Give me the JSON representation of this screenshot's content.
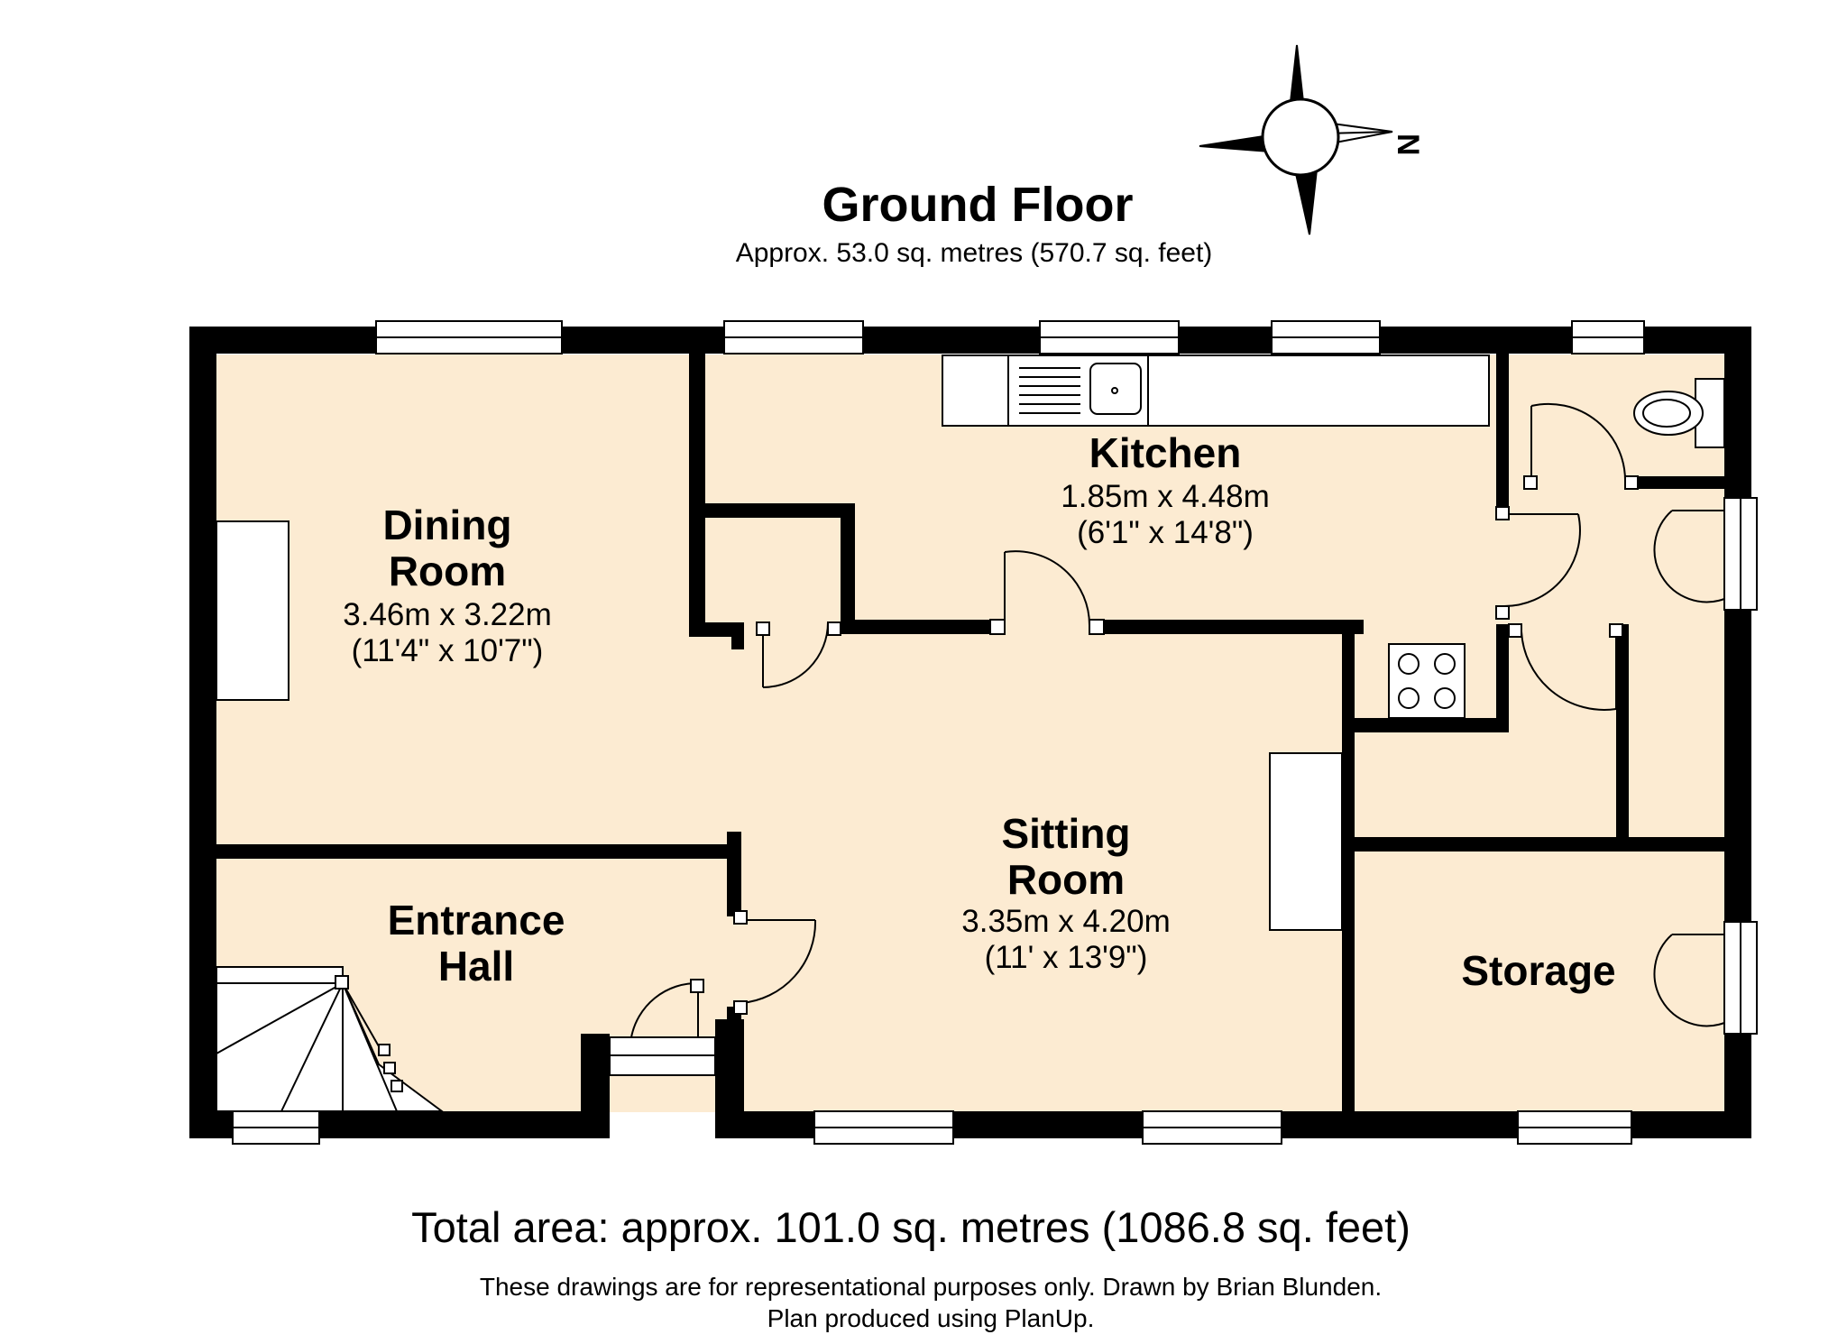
{
  "title": "Ground Floor",
  "subtitle": "Approx. 53.0 sq. metres (570.7 sq. feet)",
  "compass_label": "N",
  "rooms": {
    "dining": {
      "name_line1": "Dining",
      "name_line2": "Room",
      "dims_metric": "3.46m x 3.22m",
      "dims_imperial": "(11'4\" x 10'7\")"
    },
    "kitchen": {
      "name": "Kitchen",
      "dims_metric": "1.85m x 4.48m",
      "dims_imperial": "(6'1\" x 14'8\")"
    },
    "sitting": {
      "name_line1": "Sitting",
      "name_line2": "Room",
      "dims_metric": "3.35m x 4.20m",
      "dims_imperial": "(11' x 13'9\")"
    },
    "entrance": {
      "name_line1": "Entrance",
      "name_line2": "Hall"
    },
    "storage": {
      "name": "Storage"
    }
  },
  "total_area": "Total area: approx. 101.0 sq. metres (1086.8 sq. feet)",
  "disclaimer_line1": "These drawings are for representational purposes only. Drawn by Brian Blunden.",
  "disclaimer_line2": "Plan produced using PlanUp.",
  "colors": {
    "floor": "#fcebd2",
    "wall": "#000000",
    "fixture": "#ffffff"
  }
}
